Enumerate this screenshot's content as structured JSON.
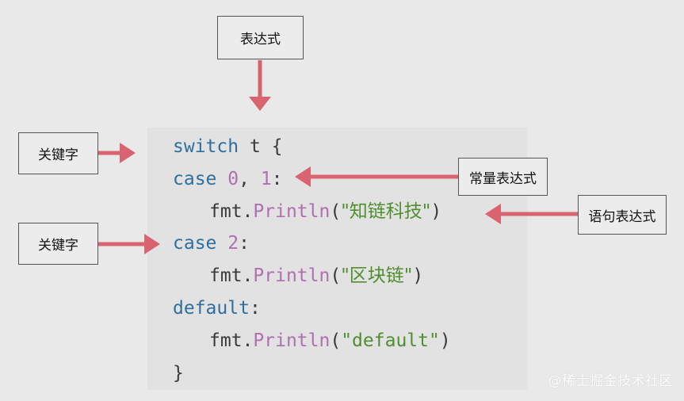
{
  "code": {
    "line1": {
      "keyword": "switch",
      "plain": " t {"
    },
    "line2": {
      "keyword": "case",
      "space": " ",
      "num1": "0",
      "comma": ", ",
      "num2": "1",
      "colon": ":"
    },
    "line3": {
      "obj": "fmt",
      "dot": ".",
      "func": "Println",
      "open": "(",
      "string": "\"知链科技\"",
      "close": ")"
    },
    "line4": {
      "keyword": "case",
      "space": " ",
      "num": "2",
      "colon": ":"
    },
    "line5": {
      "obj": "fmt",
      "dot": ".",
      "func": "Println",
      "open": "(",
      "string": "\"区块链\"",
      "close": ")"
    },
    "line6": {
      "keyword": "default",
      "colon": ":"
    },
    "line7": {
      "obj": "fmt",
      "dot": ".",
      "func": "Println",
      "open": "(",
      "string": "\"default\"",
      "close": ")"
    },
    "line8": {
      "plain": "}"
    }
  },
  "labels": {
    "expression": "表达式",
    "keyword_top": "关键字",
    "keyword_bottom": "关键字",
    "constant_expression": "常量表达式",
    "statement_expression": "语句表达式"
  },
  "watermark": "@稀土掘金技术社区",
  "colors": {
    "arrow": "#d9646f",
    "keyword": "#2f6f9f",
    "number": "#b06fb0",
    "string": "#4f8f2f",
    "background": "#e9e9e9",
    "code_background": "#e2e2e2"
  }
}
